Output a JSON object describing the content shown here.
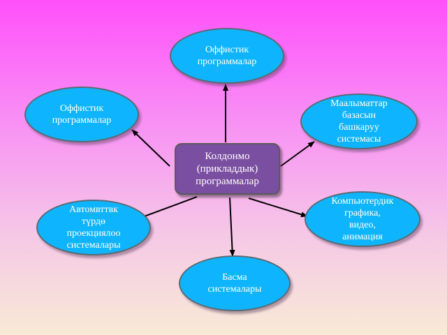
{
  "diagram": {
    "center": {
      "label": "Колдонмо\n(прикладдык)\nпрограммалар"
    },
    "nodes": [
      {
        "id": "top",
        "label": "Оффистик\nпрограммалар"
      },
      {
        "id": "left-top",
        "label": "Оффистик\nпрограммалар"
      },
      {
        "id": "right-top",
        "label": "Маалыматтар\nбазасын\nбашкаруу\nсистемасы"
      },
      {
        "id": "left-bottom",
        "label": "Автомвттвк\nтүрдө\nпроекциялоо\nсистемалары"
      },
      {
        "id": "right-bottom",
        "label": "Компьютердик\nграфика,\nвидео,\nанимация"
      },
      {
        "id": "bottom",
        "label": "Басма\nсистемалары"
      }
    ],
    "colors": {
      "ellipse_fill": "#0fb4ff",
      "center_fill": "#7a4ea0",
      "arrow": "#000000"
    }
  }
}
